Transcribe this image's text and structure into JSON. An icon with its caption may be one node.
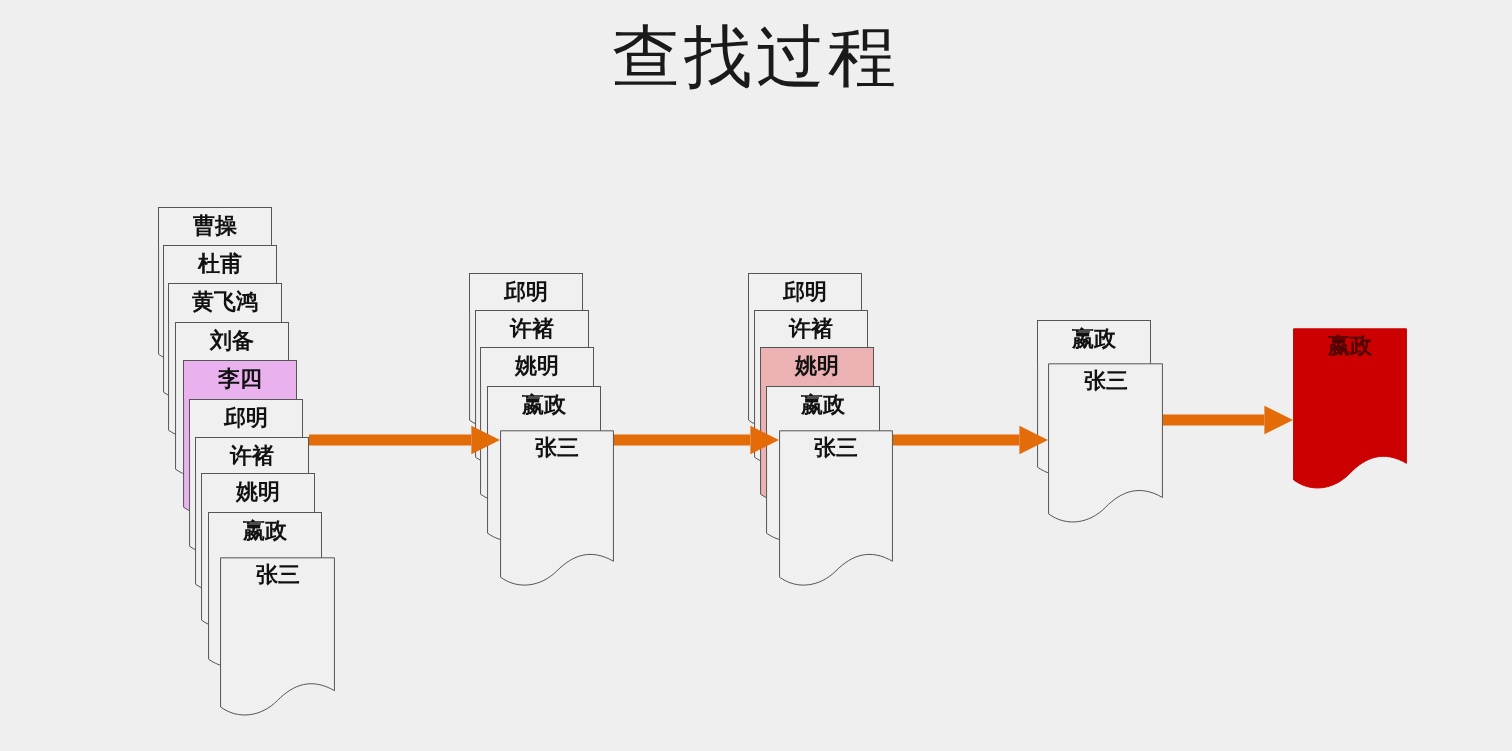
{
  "diagram": {
    "title": "查找过程",
    "nodes": [
      {
        "text": [
          "曹操"
        ]
      },
      {
        "text": [
          "杜甫"
        ]
      },
      {
        "text": [
          "黄飞鸿"
        ]
      },
      {
        "text": [
          "刘备"
        ]
      },
      {
        "text": [
          "李四"
        ]
      },
      {
        "text": [
          "邱明"
        ]
      },
      {
        "text": [
          "许褚"
        ]
      },
      {
        "text": [
          "姚明"
        ]
      },
      {
        "text": [
          "嬴政"
        ]
      },
      {
        "text": [
          "张三"
        ]
      },
      {
        "text": [
          "邱明"
        ]
      },
      {
        "text": [
          "许褚"
        ]
      },
      {
        "text": [
          "姚明"
        ]
      },
      {
        "text": [
          "嬴政"
        ]
      },
      {
        "text": [
          "张三"
        ]
      },
      {
        "text": [
          "邱明"
        ]
      },
      {
        "text": [
          "许褚"
        ]
      },
      {
        "text": [
          "姚明"
        ]
      },
      {
        "text": [
          "嬴政"
        ]
      },
      {
        "text": [
          "张三"
        ]
      },
      {
        "text": [
          "嬴政"
        ]
      },
      {
        "text": [
          "张三"
        ]
      },
      {
        "text": [
          "嬴政"
        ]
      }
    ],
    "edges": [
      {
        "from": 6,
        "to": 14,
        "arrow": "to"
      },
      {
        "from": 14,
        "to": 19,
        "arrow": "to"
      },
      {
        "from": 19,
        "to": 21,
        "arrow": "to"
      },
      {
        "from": 21,
        "to": 22,
        "arrow": "to"
      }
    ]
  }
}
